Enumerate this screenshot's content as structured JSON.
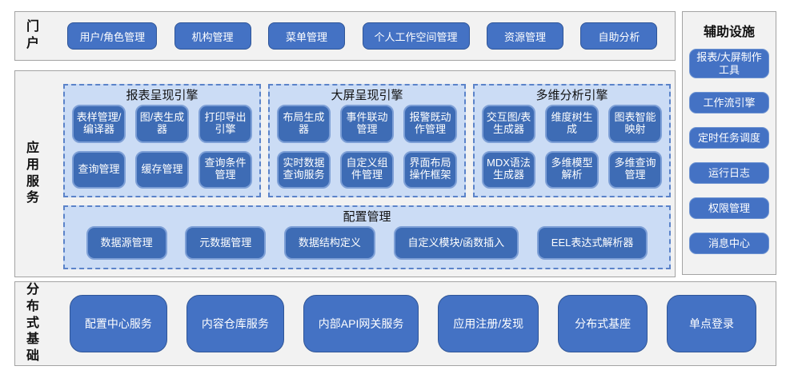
{
  "colors": {
    "button_blue": "#4472c4",
    "button_border_dark": "#2f5597",
    "inner_button_blue": "#3e6cb5",
    "inner_button_border": "#7d9fd6",
    "engine_panel_fill": "#cbdcf5",
    "engine_panel_border": "#5b83c9",
    "section_fill": "#f2f2f2",
    "section_border": "#a3a3a3"
  },
  "sections": {
    "portal": {
      "label": "门户",
      "buttons": [
        "用户/角色管理",
        "机构管理",
        "菜单管理",
        "个人工作空间管理",
        "资源管理",
        "自助分析"
      ]
    },
    "app_services": {
      "label": "应用服务",
      "engines": [
        {
          "title": "报表呈现引擎",
          "buttons": [
            "表样管理/编译器",
            "图/表生成器",
            "打印导出引擎",
            "查询管理",
            "缓存管理",
            "查询条件管理"
          ]
        },
        {
          "title": "大屏呈现引擎",
          "buttons": [
            "布局生成器",
            "事件联动管理",
            "报警既动作管理",
            "实时数据查询服务",
            "自定义组件管理",
            "界面布局操作框架"
          ]
        },
        {
          "title": "多维分析引擎",
          "buttons": [
            "交互图/表生成器",
            "维度树生成",
            "图表智能映射",
            "MDX语法生成器",
            "多维模型解析",
            "多维查询管理"
          ]
        }
      ],
      "config": {
        "title": "配置管理",
        "buttons": [
          "数据源管理",
          "元数据管理",
          "数据结构定义",
          "自定义模块/函数插入",
          "EEL表达式解析器"
        ]
      }
    },
    "distributed": {
      "label": "分布式基础",
      "buttons": [
        "配置中心服务",
        "内容仓库服务",
        "内部API网关服务",
        "应用注册/发现",
        "分布式基座",
        "单点登录"
      ]
    },
    "auxiliary": {
      "title": "辅助设施",
      "buttons": [
        "报表/大屏制作工具",
        "工作流引擎",
        "定时任务调度",
        "运行日志",
        "权限管理",
        "消息中心"
      ]
    }
  }
}
